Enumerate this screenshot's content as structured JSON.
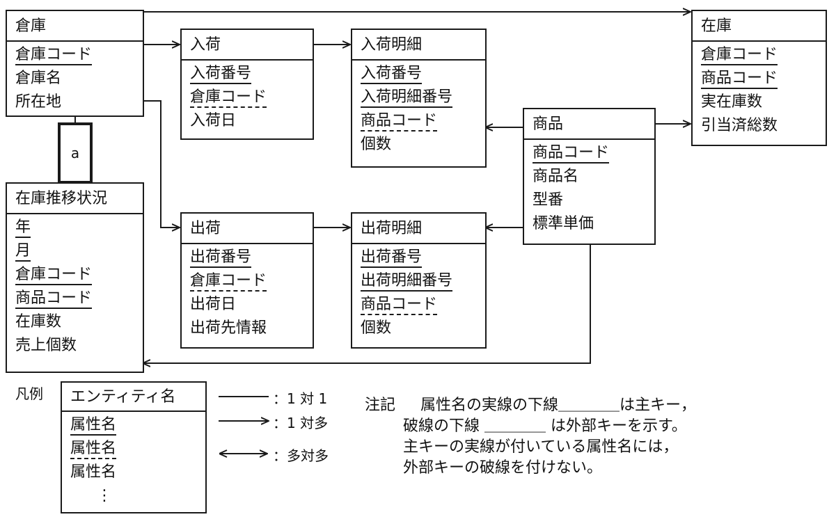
{
  "entities": {
    "souko": {
      "name": "倉庫",
      "attrs": [
        "倉庫コード",
        "倉庫名",
        "所在地"
      ]
    },
    "nyuka": {
      "name": "入荷",
      "attrs": [
        "入荷番号",
        "倉庫コード",
        "入荷日"
      ]
    },
    "nyuka_meisai": {
      "name": "入荷明細",
      "attrs": [
        "入荷番号",
        "入荷明細番号",
        "商品コード",
        "個数"
      ]
    },
    "zaiko": {
      "name": "在庫",
      "attrs": [
        "倉庫コード",
        "商品コード",
        "実在庫数",
        "引当済総数"
      ]
    },
    "shohin": {
      "name": "商品",
      "attrs": [
        "商品コード",
        "商品名",
        "型番",
        "標準単価"
      ]
    },
    "suii": {
      "name": "在庫推移状況",
      "attrs": [
        "年",
        "月",
        "倉庫コード",
        "商品コード",
        "在庫数",
        "売上個数"
      ]
    },
    "shuka": {
      "name": "出荷",
      "attrs": [
        "出荷番号",
        "倉庫コード",
        "出荷日",
        "出荷先情報"
      ]
    },
    "shuka_meisai": {
      "name": "出荷明細",
      "attrs": [
        "出荷番号",
        "出荷明細番号",
        "商品コード",
        "個数"
      ]
    }
  },
  "blank_label": "a",
  "legend": {
    "title": "凡例",
    "entity_name": "エンティティ名",
    "attrs": [
      "属性名",
      "属性名",
      "属性名",
      "⋮"
    ],
    "one_to_one": "：1 対 1",
    "one_to_many": "：1 対多",
    "many_to_many": "：多対多"
  },
  "note": {
    "label": "注記",
    "lines": [
      "属性名の実線の下線＿＿＿＿は主キー，",
      "破線の下線 ＿＿＿＿ は外部キーを示す。",
      "主キーの実線が付いている属性名には，",
      "外部キーの破線を付けない。"
    ]
  },
  "colors": {
    "line": "#1a1a1a",
    "background": "#ffffff"
  }
}
